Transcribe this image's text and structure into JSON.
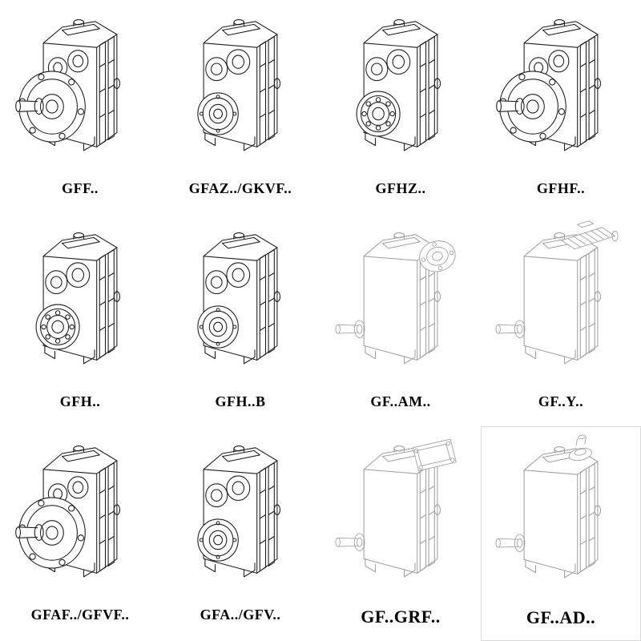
{
  "catalog": {
    "cells": [
      {
        "label": "GFF..",
        "drawing": "flange-output-gearbox"
      },
      {
        "label": "GFAZ../GKVF..",
        "drawing": "hollow-shaft-gearbox"
      },
      {
        "label": "GFHZ..",
        "drawing": "hollow-shaft-bearing-gearbox"
      },
      {
        "label": "GFHF..",
        "drawing": "flange-output-gearbox"
      },
      {
        "label": "GFH..",
        "drawing": "hollow-shaft-bearing-gearbox"
      },
      {
        "label": "GFH..B",
        "drawing": "hollow-shaft-gearbox-foot-mounted"
      },
      {
        "label": "GF..AM..",
        "drawing": "gearbox-with-motor-adapter-flange"
      },
      {
        "label": "GF..Y..",
        "drawing": "gearbox-with-mounted-motor"
      },
      {
        "label": "GFAF../GFVF..",
        "drawing": "flange-output-gearbox"
      },
      {
        "label": "GFA../GFV..",
        "drawing": "hollow-shaft-gearbox"
      },
      {
        "label": "GF..GRF..",
        "drawing": "gearbox-with-grf-adapter"
      },
      {
        "label": "GF..AD..",
        "drawing": "gearbox-with-input-shaft-adapter"
      }
    ]
  }
}
